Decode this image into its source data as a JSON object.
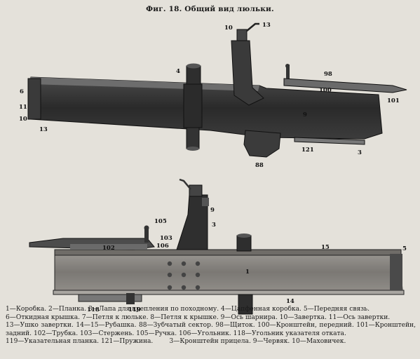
{
  "title": "Фиг. 18. Общий вид люльки.",
  "labels": {
    "top": [
      "10",
      "13",
      "4",
      "98",
      "100",
      "101",
      "6",
      "11",
      "10",
      "13",
      "9",
      "121",
      "3",
      "88"
    ],
    "bottom": [
      "9",
      "3",
      "105",
      "103",
      "106",
      "102",
      "15",
      "5",
      "1",
      "14",
      "118",
      "119"
    ]
  },
  "caption": [
    "1—Коробка. 2—Планка. 3—Лапа для крепления по походному. 4—Цапфенная коробка. 5—Передняя связь.",
    "6—Откидная крышка. 7—Петля к люльке. 8—Петля к крышке. 9—Ось шарнира. 10—Завертка. 11—Ось завертки.",
    "13—Ушко завертки. 14—15—Рубашка. 88—Зубчатый сектор. 98—Щиток. 100—Кронштейн, передний. 101—Кронштейн, задний. 102—Трубка. 103—Стержень. 105—Ручка. 106—Угольник. 118—Угольник указателя отката.",
    "119—Указательная планка. 121—Пружина.        3—Кронштейн прицела. 9—Червяк. 10—Маховичек."
  ],
  "colors": {
    "paper": "#e4e1da",
    "metal_dark": "#2b2b2b",
    "metal_mid": "#5a5a5a",
    "metal_light": "#8c8c8c"
  }
}
